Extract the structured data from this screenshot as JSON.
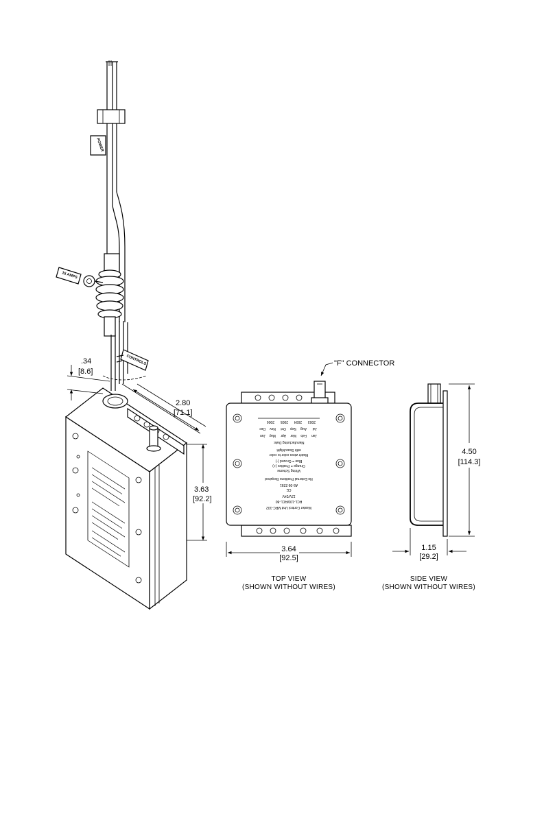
{
  "iso": {
    "dim_thickness": {
      "in": ".34",
      "mm": "[8.6]"
    },
    "dim_depth": {
      "in": "2.80",
      "mm": "[71.1]"
    },
    "dim_height": {
      "in": "3.63",
      "mm": "[92.2]"
    },
    "wire_tags": {
      "power": "POWER",
      "amps": "15 AMPS",
      "controls": "CONTROLS"
    }
  },
  "top_view": {
    "connector_callout": "\"F\" CONNECTOR",
    "dim_width": {
      "in": "3.64",
      "mm": "[92.5]"
    },
    "caption_line1": "TOP VIEW",
    "caption_line2": "(SHOWN WITHOUT WIRES)",
    "label": {
      "title": "Master Control Unit MRC-102",
      "model": "RCL-100/RCL-80",
      "voltage": "12V/24V",
      "ce": "CE",
      "part_no": "A5-09-2291",
      "note": "No External Positions Required",
      "scheme_title": "Wiring Scheme",
      "scheme_line1": "Orange = Positive (+)",
      "scheme_line2": "Blue = Ground (-)",
      "match": "Match wires color to color",
      "match2": "with Searchlight",
      "mfg_title": "Manufacturing Date:",
      "months_row1": [
        "Jan",
        "Feb",
        "Mar",
        "Apr",
        "May",
        "Jun"
      ],
      "months_row2": [
        "Jul",
        "Aug",
        "Sep",
        "Oct",
        "Nov",
        "Dec"
      ],
      "years": [
        "2003",
        "2004",
        "2005",
        "2006"
      ]
    }
  },
  "side_view": {
    "dim_height": {
      "in": "4.50",
      "mm": "[114.3]"
    },
    "dim_depth": {
      "in": "1.15",
      "mm": "[29.2]"
    },
    "caption_line1": "SIDE VIEW",
    "caption_line2": "(SHOWN WITHOUT WIRES)"
  }
}
